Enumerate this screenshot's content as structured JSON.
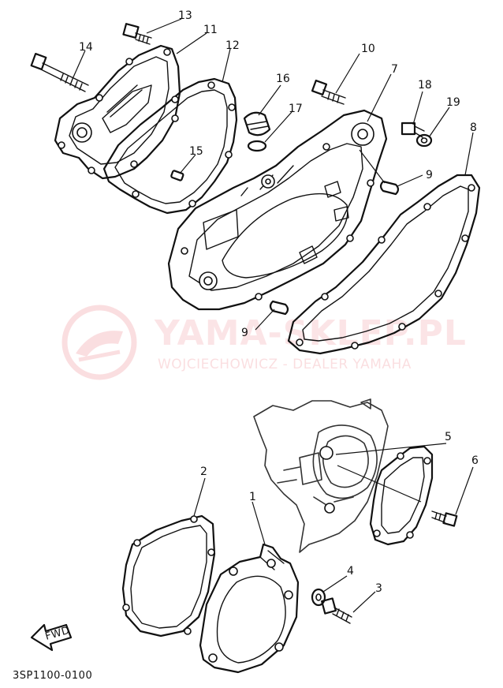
{
  "diagram": {
    "callouts": [
      {
        "label": "1"
      },
      {
        "label": "2"
      },
      {
        "label": "3"
      },
      {
        "label": "4"
      },
      {
        "label": "5"
      },
      {
        "label": "6"
      },
      {
        "label": "7"
      },
      {
        "label": "8"
      },
      {
        "label": "9"
      },
      {
        "label": "9"
      },
      {
        "label": "10"
      },
      {
        "label": "11"
      },
      {
        "label": "12"
      },
      {
        "label": "13"
      },
      {
        "label": "14"
      },
      {
        "label": "15"
      },
      {
        "label": "16"
      },
      {
        "label": "17"
      },
      {
        "label": "18"
      },
      {
        "label": "19"
      }
    ],
    "diagram_code": "3SP1100-0100",
    "fwd_label": "FWD"
  },
  "watermark": {
    "brand": "YAMA-SKLEP.PL",
    "subtitle": "WOJCIECHOWICZ - DEALER YAMAHA",
    "color": "#e63946"
  }
}
